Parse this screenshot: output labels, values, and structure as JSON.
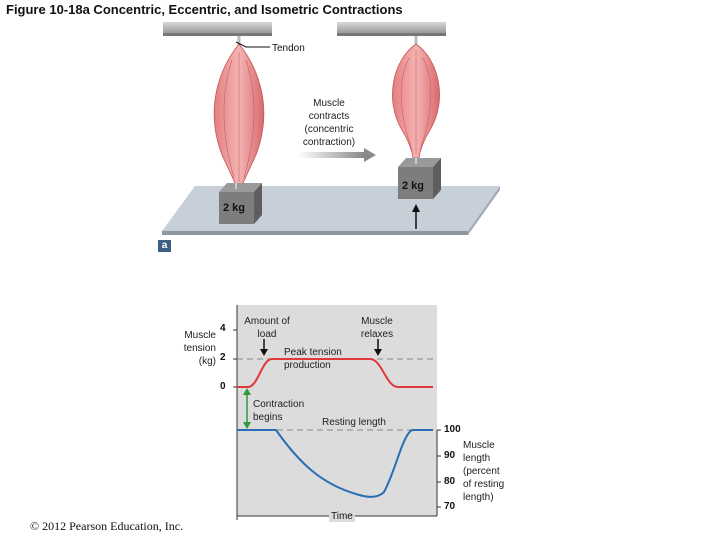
{
  "figure": {
    "title": "Figure 10-18a Concentric, Eccentric, and Isometric Contractions",
    "panel_letter": "a",
    "copyright": "© 2012 Pearson Education, Inc."
  },
  "illustration": {
    "tendon_label": "Tendon",
    "process_label_lines": [
      "Muscle",
      "contracts",
      "(concentric",
      "contraction)"
    ],
    "weight_left": "2 kg",
    "weight_right": "2 kg"
  },
  "graph": {
    "tension_axis_label_lines": [
      "Muscle",
      "tension",
      "(kg)"
    ],
    "tension_ticks": [
      "4",
      "2",
      "0"
    ],
    "length_axis_label_lines": [
      "Muscle",
      "length",
      "(percent",
      "of resting",
      "length)"
    ],
    "length_ticks": [
      "100",
      "90",
      "80",
      "70"
    ],
    "x_axis_label": "Time",
    "annotations": {
      "amount_of_load": [
        "Amount of",
        "load"
      ],
      "muscle_relaxes": [
        "Muscle",
        "relaxes"
      ],
      "peak_tension": [
        "Peak tension",
        "production"
      ],
      "contraction_begins": [
        "Contraction",
        "begins"
      ],
      "resting_length": "Resting length"
    },
    "colors": {
      "tension_line": "#e0393b",
      "length_line": "#2a6fb5",
      "contraction_arrow": "#2e9a3c",
      "plot_background": "#dcdcdc"
    }
  }
}
